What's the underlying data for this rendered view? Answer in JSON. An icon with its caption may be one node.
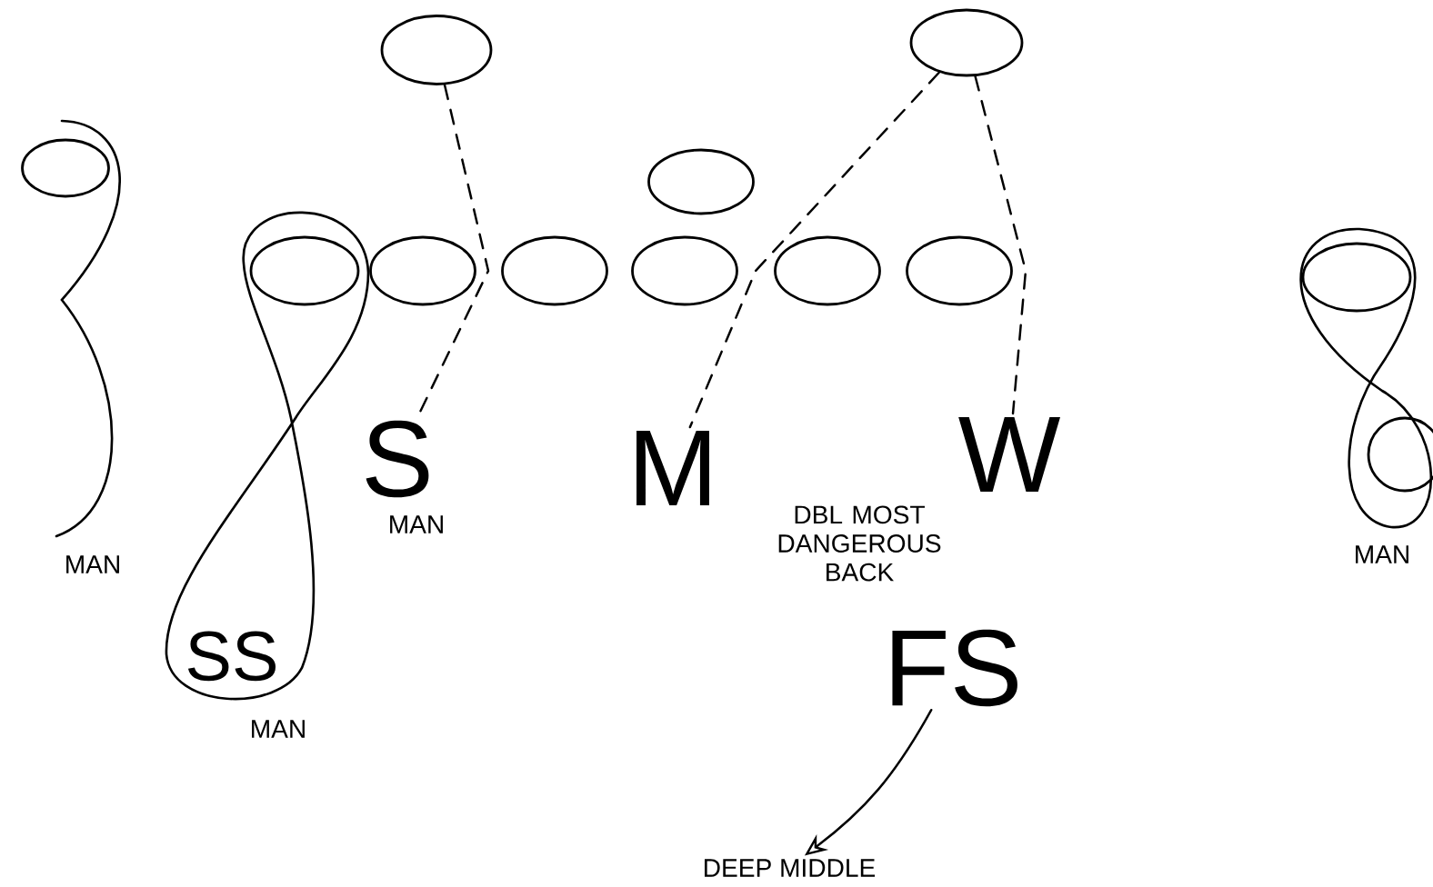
{
  "diagram": {
    "nodes": [
      {
        "text": [],
        "shape": "ellipse"
      },
      {
        "text": [],
        "shape": "ellipse"
      },
      {
        "text": [],
        "shape": "ellipse"
      },
      {
        "text": [],
        "shape": "ellipse"
      },
      {
        "text": [],
        "shape": "ellipse"
      },
      {
        "text": [],
        "shape": "ellipse"
      },
      {
        "text": [],
        "shape": "ellipse"
      },
      {
        "text": [],
        "shape": "ellipse"
      },
      {
        "text": [],
        "shape": "ellipse"
      },
      {
        "text": [],
        "shape": "ellipse"
      },
      {
        "text": [],
        "shape": "ellipse"
      },
      {
        "text": [],
        "shape": "ellipse"
      },
      {
        "text": [
          "S"
        ],
        "beside": [
          "MAN"
        ]
      },
      {
        "text": [
          "M"
        ]
      },
      {
        "text": [
          "W"
        ]
      },
      {
        "text": [
          "SS"
        ],
        "beside": [
          "MAN"
        ]
      },
      {
        "text": [
          "FS"
        ]
      },
      {
        "text": [
          "DEEP MIDDLE"
        ]
      }
    ],
    "edges": [
      {
        "from": 0,
        "to": 12,
        "arrow": "none",
        "style": "dashed"
      },
      {
        "from": 1,
        "to": 13,
        "arrow": "none",
        "style": "dashed"
      },
      {
        "from": 1,
        "to": 14,
        "arrow": "none",
        "style": "dashed"
      },
      {
        "from": 16,
        "to": 17,
        "arrow": "to"
      }
    ],
    "labels": [
      "MAN",
      "DBL MOST DANGEROUS BACK",
      "MAN"
    ]
  }
}
